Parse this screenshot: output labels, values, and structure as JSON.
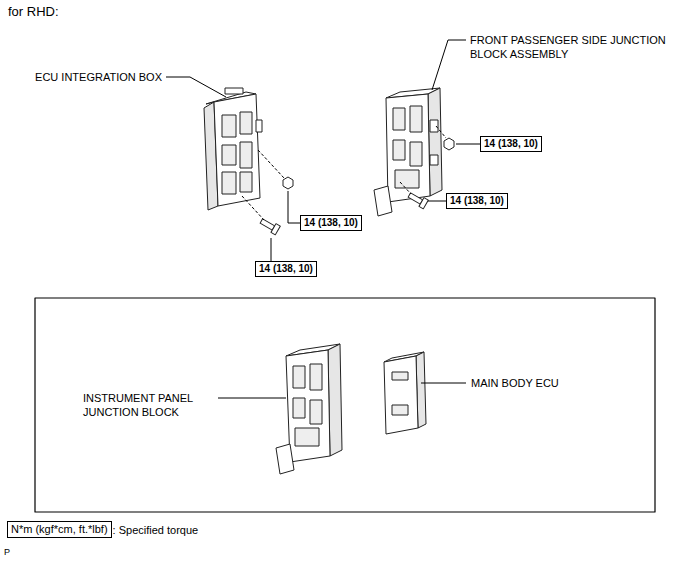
{
  "diagram": {
    "nodes": [
      {
        "text": [
          "14 (138, 10)"
        ]
      },
      {
        "text": [
          "14 (138, 10)"
        ]
      },
      {
        "text": [
          "14 (138, 10)"
        ]
      },
      {
        "text": [
          "14 (138, 10)"
        ]
      },
      {
        "text": [
          "N*m (kgf*cm, ft.*lbf)"
        ]
      }
    ],
    "labels": [
      "for RHD:",
      "ECU INTEGRATION BOX",
      "FRONT PASSENGER SIDE JUNCTION BLOCK ASSEMBLY",
      "INSTRUMENT PANEL JUNCTION BLOCK",
      "MAIN BODY ECU",
      ": Specified torque",
      "P"
    ]
  }
}
